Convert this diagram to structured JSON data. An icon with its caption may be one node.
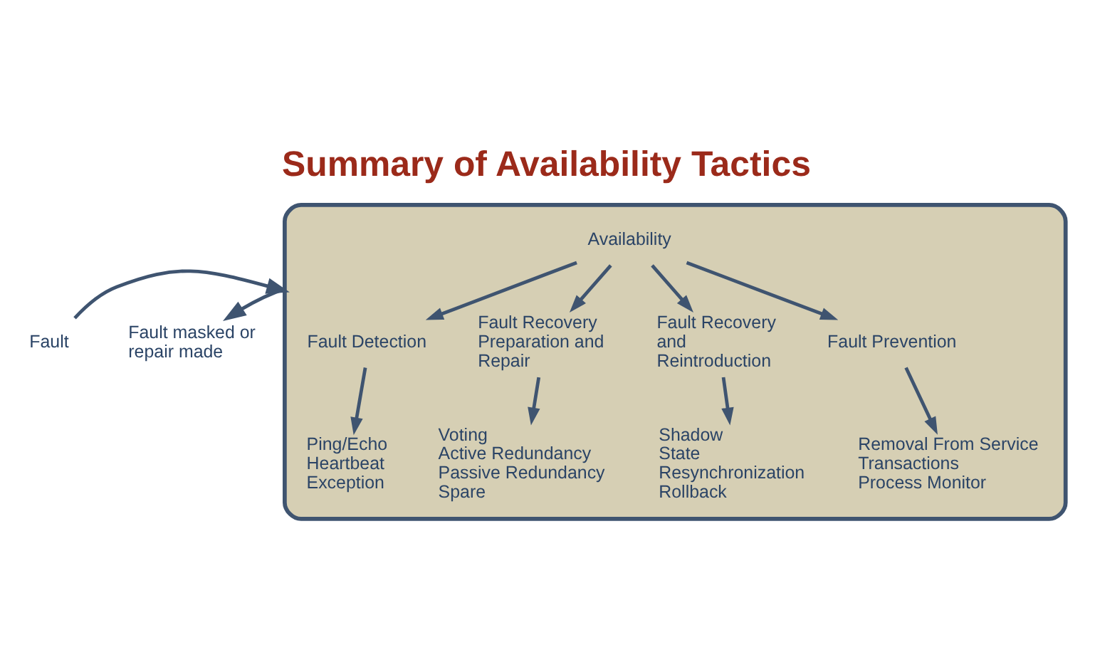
{
  "diagram": {
    "title": "Summary of Availability Tactics",
    "nodes": [
      {
        "text": [],
        "shape": "box"
      },
      {
        "text": [
          "Availability"
        ],
        "in": 0
      },
      {
        "text": [
          "Fault Detection"
        ],
        "in": 0
      },
      {
        "text": [
          "Fault Recovery Preparation and Repair"
        ],
        "in": 0
      },
      {
        "text": [
          "Fault Recovery and Reintroduction"
        ],
        "in": 0
      },
      {
        "text": [
          "Fault Prevention"
        ],
        "in": 0
      },
      {
        "text": [
          "Ping/Echo",
          "Heartbeat",
          "Exception"
        ],
        "in": 0
      },
      {
        "text": [
          "Voting",
          "Active Redundancy",
          "Passive Redundancy",
          "Spare"
        ],
        "in": 0
      },
      {
        "text": [
          "Shadow",
          "State Resynchronization",
          "Rollback"
        ],
        "in": 0
      },
      {
        "text": [
          "Removal From Service",
          "Transactions",
          "Process Monitor"
        ],
        "in": 0
      },
      {
        "text": [
          "Fault"
        ]
      },
      {
        "text": [
          "Fault masked or repair made"
        ]
      }
    ],
    "edges": [
      {
        "from": 1,
        "to": 2,
        "arrow": "to"
      },
      {
        "from": 1,
        "to": 3,
        "arrow": "to"
      },
      {
        "from": 1,
        "to": 4,
        "arrow": "to"
      },
      {
        "from": 1,
        "to": 5,
        "arrow": "to"
      },
      {
        "from": 2,
        "to": 6,
        "arrow": "to"
      },
      {
        "from": 3,
        "to": 7,
        "arrow": "to"
      },
      {
        "from": 4,
        "to": 8,
        "arrow": "to"
      },
      {
        "from": 5,
        "to": 9,
        "arrow": "to"
      },
      {
        "from": 10,
        "to": 0,
        "arrow": "to"
      },
      {
        "from": 0,
        "to": 11,
        "arrow": "to"
      }
    ]
  }
}
